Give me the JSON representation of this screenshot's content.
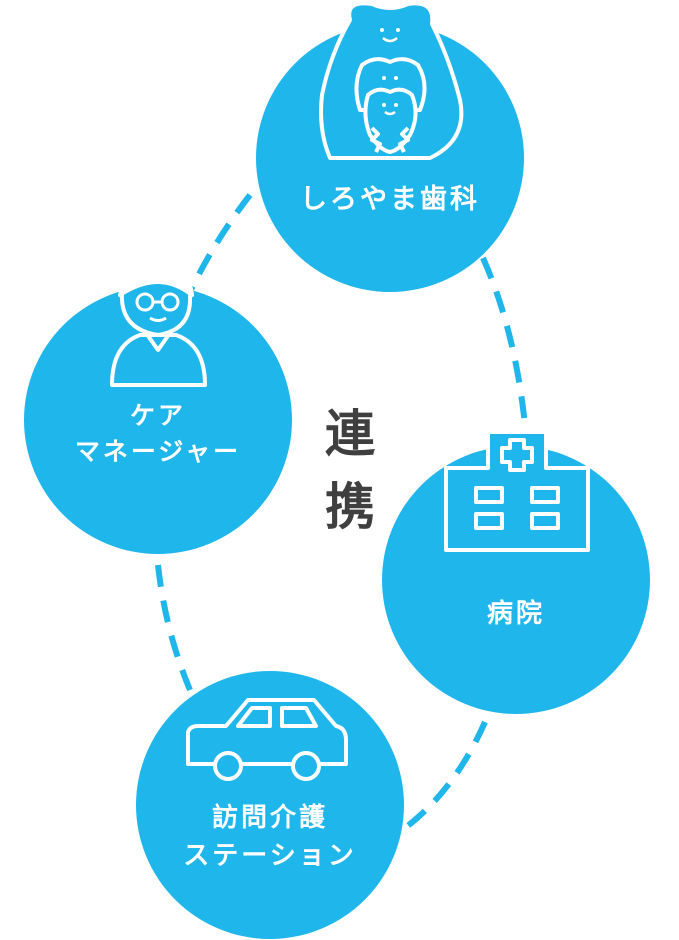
{
  "center_text": [
    "連",
    "携"
  ],
  "nodes": {
    "dental": {
      "label": "しろやま歯科",
      "icon": "tooth-family-icon"
    },
    "care_manager": {
      "label_lines": [
        "ケア",
        "マネージャー"
      ],
      "icon": "person-glasses-icon"
    },
    "hospital": {
      "label": "病院",
      "icon": "hospital-icon"
    },
    "home_nursing": {
      "label_lines": [
        "訪問介護",
        "ステーション"
      ],
      "icon": "car-icon"
    }
  },
  "colors": {
    "circle": "#1fb6ec",
    "text_dark": "#3f3f3f",
    "line": "#1fb6ec"
  }
}
